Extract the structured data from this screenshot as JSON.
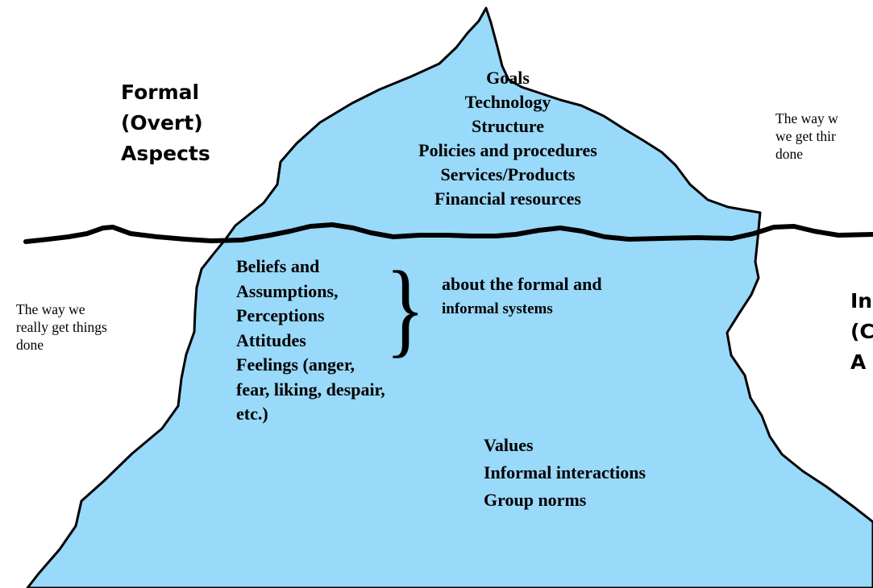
{
  "colors": {
    "ice": "#99d9f9",
    "outline": "#000000",
    "water_line": "#000000",
    "text": "#000000"
  },
  "tip_items": [
    "Goals",
    "Technology",
    "Structure",
    "Policies and procedures",
    "Services/Products",
    "Financial resources"
  ],
  "formal_label": [
    "Formal",
    "(Overt)",
    "Aspects"
  ],
  "informal_label": [
    "In",
    "(C",
    "A"
  ],
  "formal_note": [
    "The way w",
    "we get thir",
    "done"
  ],
  "informal_note": [
    "The way we",
    "really get things",
    "done"
  ],
  "beliefs_block": [
    "Beliefs and",
    "Assumptions,",
    "Perceptions",
    "Attitudes",
    "Feelings (anger,",
    "fear, liking, despair,",
    "etc.)"
  ],
  "brace_glyph": "}",
  "about_text": [
    "about the formal and",
    "informal systems"
  ],
  "values_block": [
    "Values",
    "Informal interactions",
    "Group norms"
  ]
}
